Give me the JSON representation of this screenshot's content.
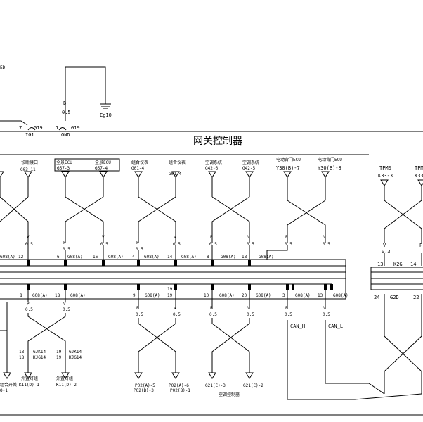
{
  "title": "网关控制器",
  "top": {
    "frag_ed": "ED",
    "b": "B",
    "b_size": "0.5",
    "eg10": "Eg10",
    "ig1_pin": "7",
    "ig1_conn": "G19",
    "ig1": "IG1",
    "gnd_pin": "1",
    "gnd_conn": "G19",
    "gnd": "GND"
  },
  "modules": [
    {
      "label": "诊断接口",
      "code": "G03-11"
    },
    {
      "label": "全景ECU",
      "code": "G57-3"
    },
    {
      "label": "全景ECU",
      "code": "G57-4"
    },
    {
      "label": "组合仪表",
      "code": "G01-4"
    },
    {
      "label": "组合仪表",
      "code": "G01-4"
    },
    {
      "label": "空调系统",
      "code": "G42-6"
    },
    {
      "label": "空调系统",
      "code": "G42-5"
    },
    {
      "label": "电动背门ECU",
      "code": "Y30(B)-7"
    },
    {
      "label": "电动背门ECU",
      "code": "Y30(B)-8"
    },
    {
      "label": "TPMS",
      "code": "K33-3"
    },
    {
      "label": "TPMS",
      "code": "K33"
    }
  ],
  "wire": {
    "p": "P",
    "v": "V",
    "size": "0.5"
  },
  "bus_upper": {
    "pins": [
      "12",
      "6",
      "16",
      "4",
      "14",
      "8",
      "18"
    ],
    "conn": "G08(A)"
  },
  "bus_lower": {
    "pins": [
      "8",
      "18",
      "9",
      "19",
      "10",
      "20",
      "3",
      "13"
    ],
    "conn": "G08(A)"
  },
  "right_block": {
    "pin13": "13",
    "k2g": "K2G",
    "pin14": "14",
    "pin24": "24",
    "g2d": "G2D",
    "pin22": "22",
    "v": "V",
    "size": "0.3",
    "p": "P"
  },
  "can": {
    "h": "CAN_H",
    "l": "CAN_L"
  },
  "lower": {
    "gjk14": "GJK14",
    "kjg14": "KJG14",
    "pin18": "18",
    "pin19": "19",
    "close_switch": "组合开关",
    "close_code": "O-1",
    "ext_light_1": "外置灯组",
    "ext_light_code_1": "K11(D)-1",
    "ext_light_2": "外置灯组",
    "ext_light_code_2": "K11(D)-2",
    "p02_a": "P02(A)-5",
    "p02_a2": "P02(B)-3",
    "p02_b": "P02(A)-6",
    "p02_b2": "P02(B)-1",
    "g21_a": "G21(C)-3",
    "g21_b": "G21(C)-2",
    "ac_ctrl": "空调控制器"
  }
}
